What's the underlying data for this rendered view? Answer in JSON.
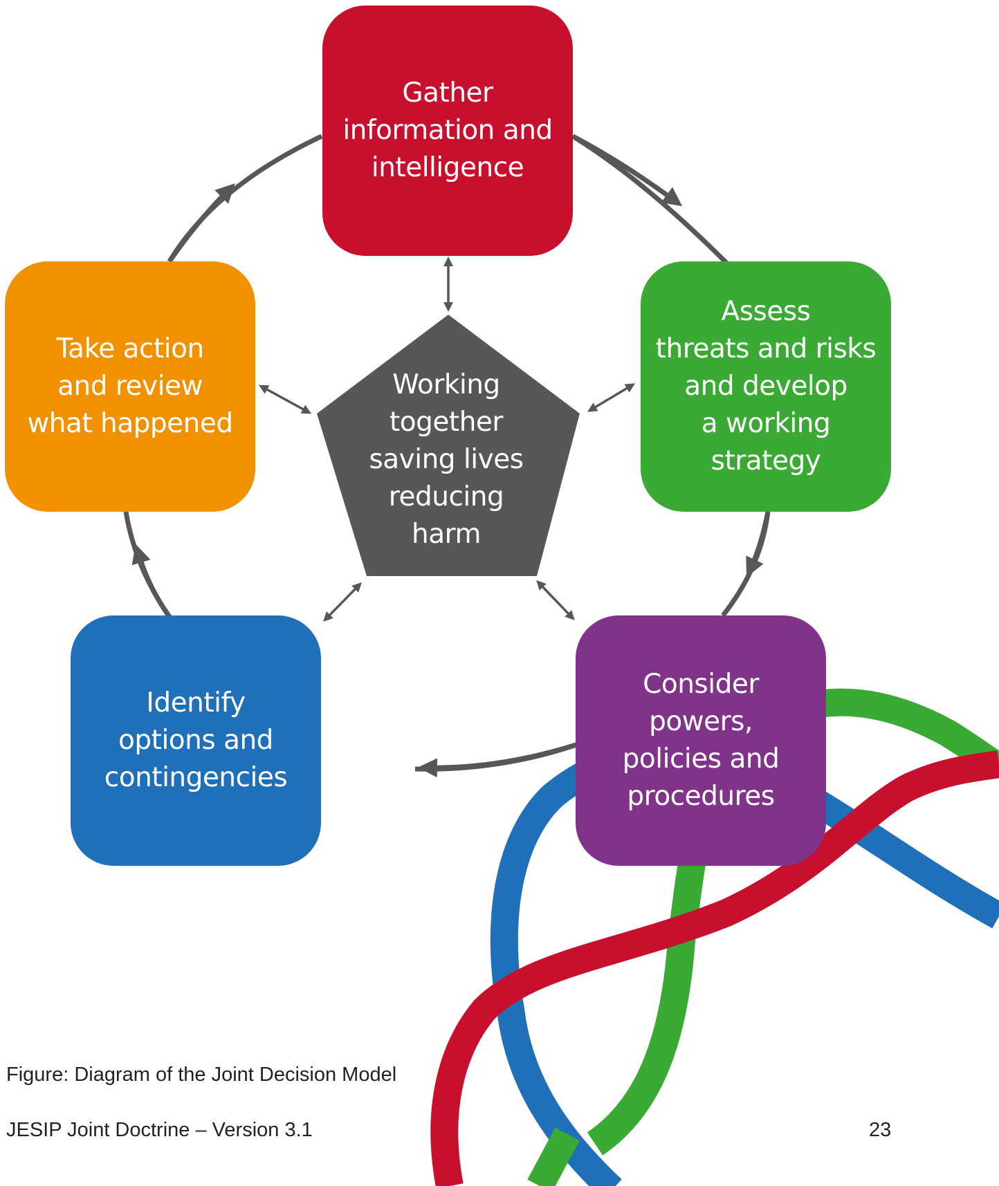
{
  "center": {
    "label": "Working\ntogether\nsaving lives\nreducing\nharm",
    "color": "#575756"
  },
  "stages": [
    {
      "id": "gather",
      "label": "Gather\ninformation and\nintelligence",
      "color": "#c8102e"
    },
    {
      "id": "assess",
      "label": "Assess\nthreats and risks\nand develop\na working\nstrategy",
      "color": "#3aaa35"
    },
    {
      "id": "consider",
      "label": "Consider\npowers,\npolicies and\nprocedures",
      "color": "#7f3489"
    },
    {
      "id": "identify",
      "label": "Identify\noptions and\ncontingencies",
      "color": "#1f70b8"
    },
    {
      "id": "act",
      "label": "Take action\nand review\nwhat happened",
      "color": "#f29100"
    }
  ],
  "arrow_color": "#575756",
  "ribbon_colors": {
    "red": "#c8102e",
    "green": "#3aaa35",
    "blue": "#1f70b8"
  },
  "caption": "Figure: Diagram of the Joint Decision Model",
  "footer": {
    "doc_title": "JESIP Joint Doctrine – Version 3.1",
    "page_number": "23"
  }
}
